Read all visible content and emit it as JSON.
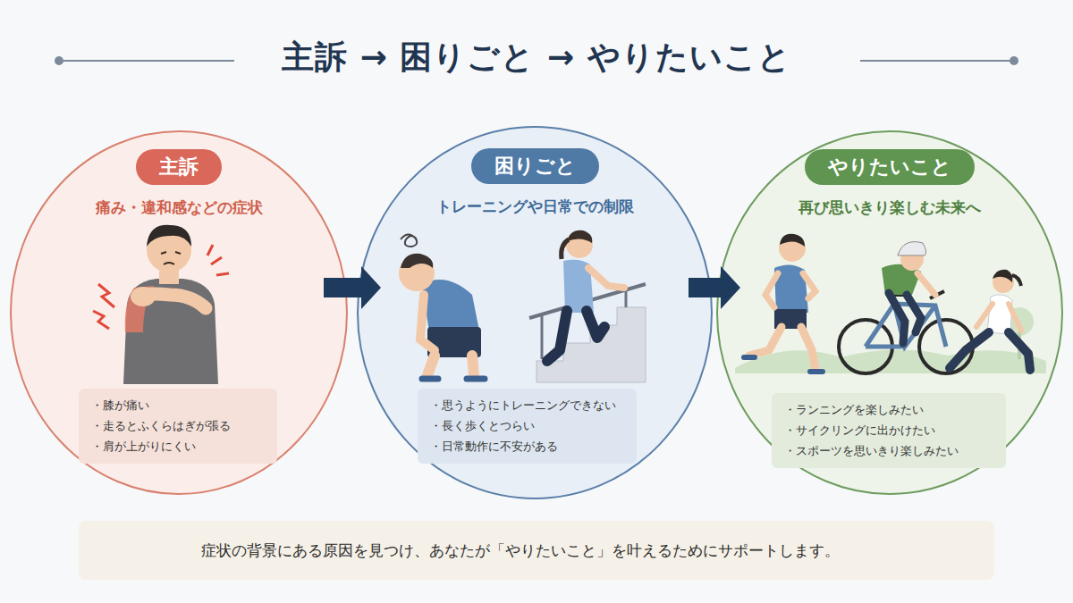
{
  "diagram": {
    "title": "主訴 → 困りごと → やりたいこと",
    "nodes": [
      {
        "text": [
          "痛み・違和感などの症状"
        ]
      },
      {
        "text": [
          "主訴"
        ],
        "in": 0
      },
      {
        "text": [
          "・膝が痛い",
          "・走るとふくらはぎが張る",
          "・肩が上がりにくい"
        ],
        "in": 0
      },
      {
        "text": [
          "トレーニングや日常での制限"
        ]
      },
      {
        "text": [
          "困りごと"
        ],
        "in": 3
      },
      {
        "text": [
          "・思うようにトレーニングできない",
          "・長く歩くとつらい",
          "・日常動作に不安がある"
        ],
        "in": 3
      },
      {
        "text": [
          "再び思いきり楽しむ未来へ"
        ]
      },
      {
        "text": [
          "やりたいこと"
        ],
        "in": 6
      },
      {
        "text": [
          "・ランニングを楽しみたい",
          "・サイクリングに出かけたい",
          "・スポーツを思いきり楽しみたい"
        ],
        "in": 6
      },
      {
        "text": [
          "症状の背景にある原因を見つけ、あなたが「やりたいこと」を叶えるためにサポートします。"
        ]
      }
    ],
    "edges": [
      {
        "from": 0,
        "to": 3,
        "arrow": "to"
      },
      {
        "from": 3,
        "to": 6,
        "arrow": "to"
      }
    ]
  }
}
